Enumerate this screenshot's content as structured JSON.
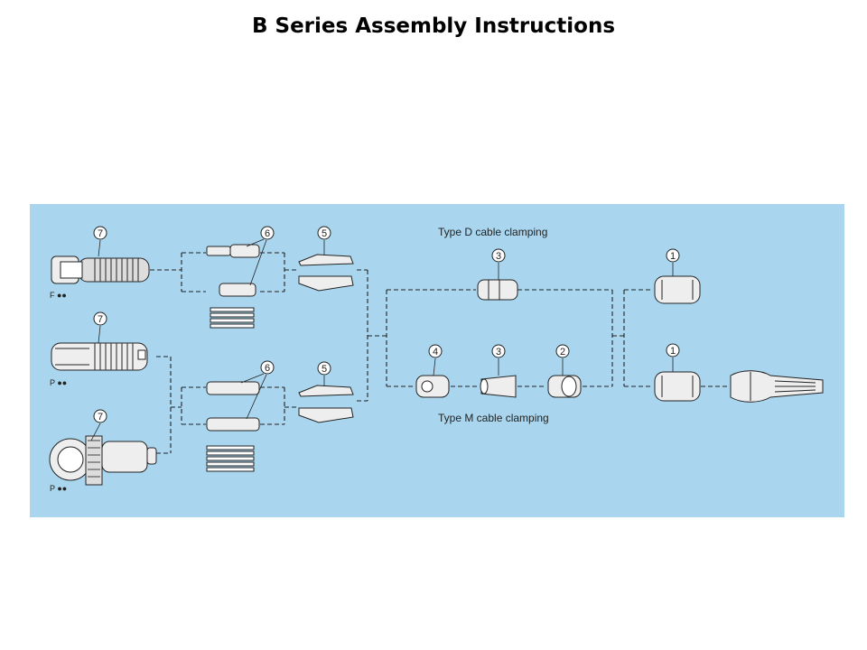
{
  "title": "B Series Assembly Instructions",
  "diagram": {
    "captions": {
      "type_d": "Type D cable clamping",
      "type_m": "Type M cable clamping"
    },
    "plug_labels": [
      "F ●●",
      "P ●●",
      "P ●●"
    ],
    "callouts": {
      "c7a": "7",
      "c7b": "7",
      "c7c": "7",
      "c6a": "6",
      "c6b": "6",
      "c5a": "5",
      "c5b": "5",
      "c3d": "3",
      "c4m": "4",
      "c3m": "3",
      "c2m": "2",
      "c1a": "1",
      "c1b": "1"
    },
    "background_color": "#a9d6ee",
    "line_color": "#222222"
  }
}
